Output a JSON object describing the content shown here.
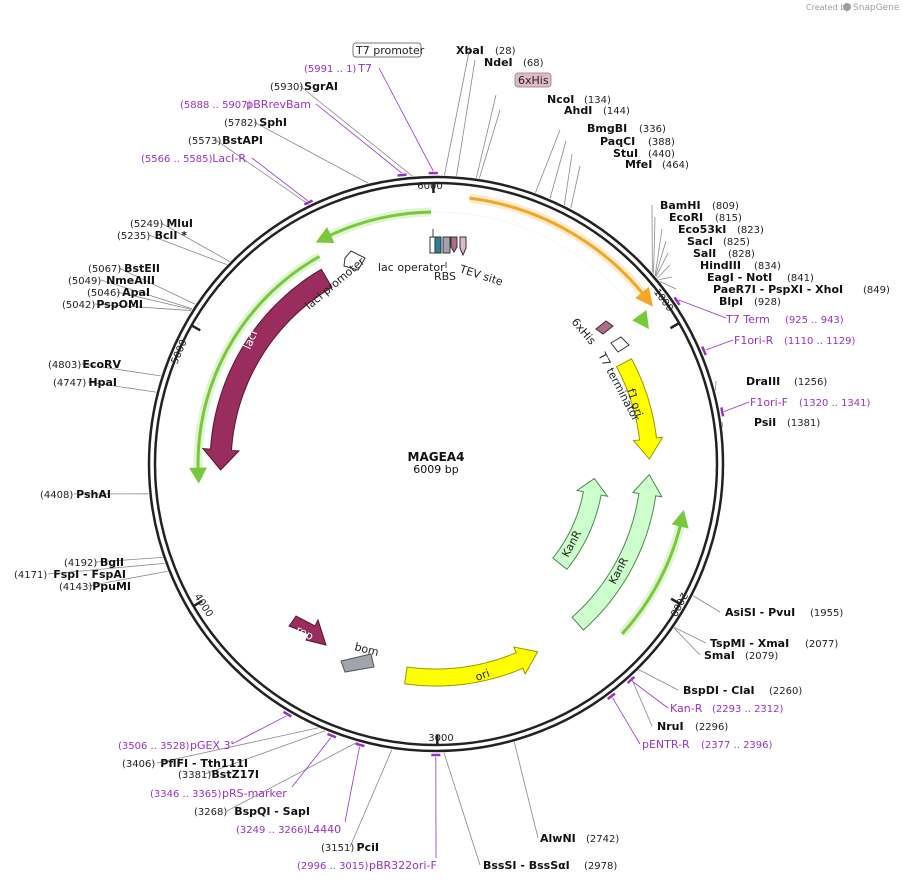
{
  "credit": {
    "created_by": "Created by",
    "brand": "SnapGene"
  },
  "plasmid": {
    "name": "MAGEA4",
    "size": "6009 bp",
    "length": 6009
  },
  "ruler_ticks": [
    "1000",
    "2000",
    "3000",
    "4000",
    "5000",
    "6000"
  ],
  "colors": {
    "green": "#78c83c",
    "orange": "#f5a623",
    "yellow": "#ffff00",
    "maroon": "#992d5e",
    "mint": "#ccffcc",
    "grey": "#a0a5ab",
    "primer": "#9b30c8",
    "teal": "#2d7f9e"
  },
  "enzymes": [
    {
      "name": "XbaI",
      "pos": "(28)",
      "bp": 28
    },
    {
      "name": "NdeI",
      "pos": "(68)",
      "bp": 68
    },
    {
      "name": "NcoI",
      "pos": "(134)",
      "bp": 134
    },
    {
      "name": "AhdI",
      "pos": "(144)",
      "bp": 144
    },
    {
      "name": "BmgBI",
      "pos": "(336)",
      "bp": 336
    },
    {
      "name": "PaqCI",
      "pos": "(388)",
      "bp": 388
    },
    {
      "name": "StuI",
      "pos": "(440)",
      "bp": 440
    },
    {
      "name": "MfeI",
      "pos": "(464)",
      "bp": 464
    },
    {
      "name": "BamHI",
      "pos": "(809)",
      "bp": 809
    },
    {
      "name": "EcoRI",
      "pos": "(815)",
      "bp": 815
    },
    {
      "name": "Eco53kI",
      "pos": "(823)",
      "bp": 823
    },
    {
      "name": "SacI",
      "pos": "(825)",
      "bp": 825
    },
    {
      "name": "SalI",
      "pos": "(828)",
      "bp": 828
    },
    {
      "name": "HindIII",
      "pos": "(834)",
      "bp": 834
    },
    {
      "name": "EagI - NotI",
      "pos": "(841)",
      "bp": 841
    },
    {
      "name": "PaeR7I - PspXI - XhoI",
      "pos": "(849)",
      "bp": 849
    },
    {
      "name": "BlpI",
      "pos": "(928)",
      "bp": 928
    },
    {
      "name": "DraIII",
      "pos": "(1256)",
      "bp": 1256
    },
    {
      "name": "PsiI",
      "pos": "(1381)",
      "bp": 1381
    },
    {
      "name": "AsiSI - PvuI",
      "pos": "(1955)",
      "bp": 1955
    },
    {
      "name": "TspMI - XmaI",
      "pos": "(2077)",
      "bp": 2077
    },
    {
      "name": "SmaI",
      "pos": "(2079)",
      "bp": 2079
    },
    {
      "name": "BspDI - ClaI",
      "pos": "(2260)",
      "bp": 2260
    },
    {
      "name": "NruI",
      "pos": "(2296)",
      "bp": 2296
    },
    {
      "name": "AlwNI",
      "pos": "(2742)",
      "bp": 2742
    },
    {
      "name": "BssSI - BssSαI",
      "pos": "(2978)",
      "bp": 2978
    },
    {
      "name": "PciI",
      "pos": "(3151)",
      "bp": 3151
    },
    {
      "name": "BspQI - SapI",
      "pos": "(3268)",
      "bp": 3268
    },
    {
      "name": "BstZ17I",
      "pos": "(3381)",
      "bp": 3381
    },
    {
      "name": "PflFI - Tth111I",
      "pos": "(3406)",
      "bp": 3406
    },
    {
      "name": "PpuMI",
      "pos": "(4143)",
      "bp": 4143
    },
    {
      "name": "FspI - FspAI",
      "pos": "(4171)",
      "bp": 4171
    },
    {
      "name": "BglI",
      "pos": "(4192)",
      "bp": 4192
    },
    {
      "name": "PshAI",
      "pos": "(4408)",
      "bp": 4408
    },
    {
      "name": "HpaI",
      "pos": "(4747)",
      "bp": 4747
    },
    {
      "name": "EcoRV",
      "pos": "(4803)",
      "bp": 4803
    },
    {
      "name": "PspOMI",
      "pos": "(5042)",
      "bp": 5042
    },
    {
      "name": "ApaI",
      "pos": "(5046)",
      "bp": 5046
    },
    {
      "name": "NmeAIII",
      "pos": "(5049)",
      "bp": 5049
    },
    {
      "name": "BstEII",
      "pos": "(5067)",
      "bp": 5067
    },
    {
      "name": "BclI *",
      "pos": "(5235)",
      "bp": 5235
    },
    {
      "name": "MluI",
      "pos": "(5249)",
      "bp": 5249
    },
    {
      "name": "BstAPI",
      "pos": "(5573)",
      "bp": 5573
    },
    {
      "name": "SphI",
      "pos": "(5782)",
      "bp": 5782
    },
    {
      "name": "SgrAI",
      "pos": "(5930)",
      "bp": 5930
    }
  ],
  "primers": [
    {
      "name": "T7",
      "range": "(5991 .. 1)",
      "bp": 6000
    },
    {
      "name": "pBRrevBam",
      "range": "(5888 .. 5907)",
      "bp": 5897
    },
    {
      "name": "LacI-R",
      "range": "(5566 .. 5585)",
      "bp": 5575
    },
    {
      "name": "T7 Term",
      "range": "(925 .. 943)",
      "bp": 934
    },
    {
      "name": "F1ori-R",
      "range": "(1110 .. 1129)",
      "bp": 1120
    },
    {
      "name": "F1ori-F",
      "range": "(1320 .. 1341)",
      "bp": 1330
    },
    {
      "name": "Kan-R",
      "range": "(2293 .. 2312)",
      "bp": 2302
    },
    {
      "name": "pENTR-R",
      "range": "(2377 .. 2396)",
      "bp": 2386
    },
    {
      "name": "pBR322ori-F",
      "range": "(2996 .. 3015)",
      "bp": 3005
    },
    {
      "name": "L4440",
      "range": "(3249 .. 3266)",
      "bp": 3257
    },
    {
      "name": "pRS-marker",
      "range": "(3346 .. 3365)",
      "bp": 3355
    },
    {
      "name": "pGEX 3'",
      "range": "(3506 .. 3528)",
      "bp": 3517
    }
  ],
  "feature_labels": {
    "t7_promoter": "T7 promoter",
    "his_tag_box": "6xHis",
    "lac_operator": "lac operator",
    "rbs": "RBS",
    "tev_site": "TEV site",
    "his_tag_inner": "6xHis",
    "t7_terminator": "T7 terminator",
    "f1_ori": "f1 ori",
    "kanr_1": "KanR",
    "kanr_2": "KanR",
    "ori": "ori",
    "bom": "bom",
    "rop": "rop",
    "laci": "lacI",
    "laci_promoter": "lacI promoter"
  }
}
